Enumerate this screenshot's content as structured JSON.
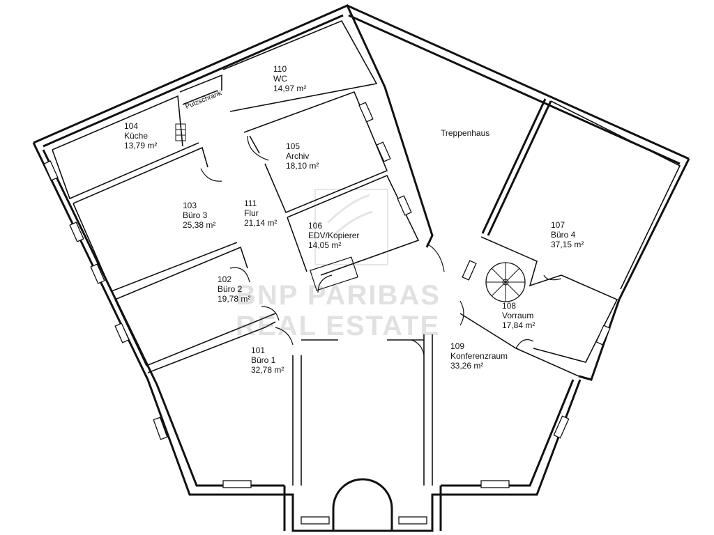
{
  "rooms": [
    {
      "number": "110",
      "name": "WC",
      "area": "14,97 m²"
    },
    {
      "number": "104",
      "name": "Küche",
      "area": "13,79 m²"
    },
    {
      "number": "105",
      "name": "Archiv",
      "area": "18,10 m²"
    },
    {
      "number": "103",
      "name": "Büro 3",
      "area": "25,38 m²"
    },
    {
      "number": "111",
      "name": "Flur",
      "area": "21,14 m²"
    },
    {
      "number": "106",
      "name": "EDV/Kopierer",
      "area": "14,05 m²"
    },
    {
      "number": "107",
      "name": "Büro 4",
      "area": "37,15 m²"
    },
    {
      "number": "102",
      "name": "Büro 2",
      "area": "19,78 m²"
    },
    {
      "number": "108",
      "name": "Vorraum",
      "area": "17,84 m²"
    },
    {
      "number": "101",
      "name": "Büro 1",
      "area": "32,78 m²"
    },
    {
      "number": "109",
      "name": "Konferenzraum",
      "area": "33,26 m²"
    }
  ],
  "labels": {
    "putzschrank": "Putzschrank",
    "treppenhaus": "Treppenhaus"
  },
  "watermark": {
    "line1": "BNP PARIBAS",
    "line2": "REAL ESTATE"
  }
}
